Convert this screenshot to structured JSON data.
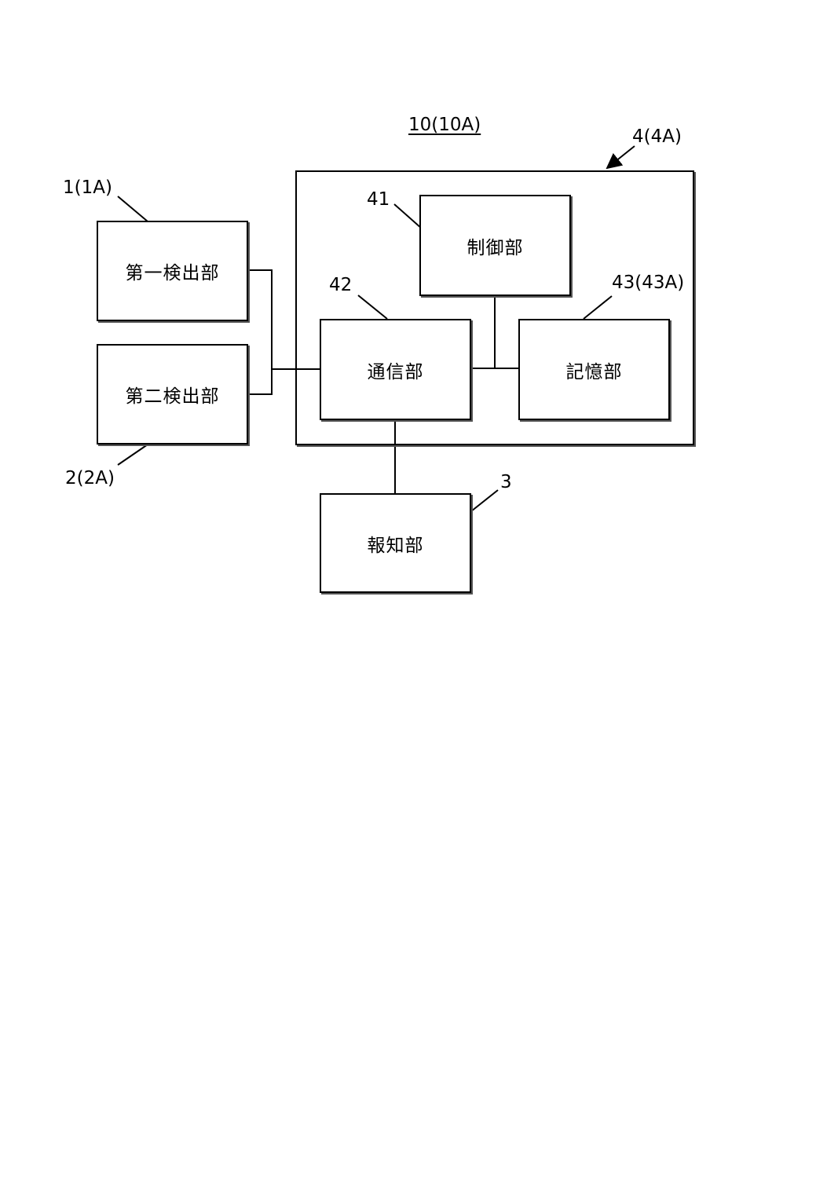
{
  "figure": {
    "title": "10(10A)"
  },
  "blocks": {
    "first_detector": {
      "label": "第一検出部",
      "ref": "1(1A)"
    },
    "second_detector": {
      "label": "第二検出部",
      "ref": "2(2A)"
    },
    "processing_unit": {
      "ref": "4(4A)"
    },
    "control_unit": {
      "label": "制御部",
      "ref": "41"
    },
    "communication_unit": {
      "label": "通信部",
      "ref": "42"
    },
    "storage_unit": {
      "label": "記憶部",
      "ref": "43(43A)"
    },
    "notification_unit": {
      "label": "報知部",
      "ref": "3"
    }
  }
}
